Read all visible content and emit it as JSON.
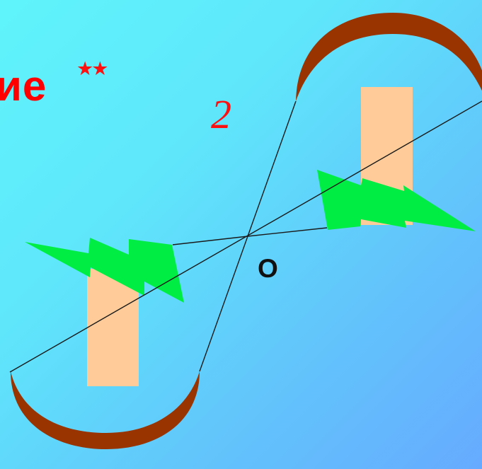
{
  "title": "ие",
  "stars": "★★",
  "number": "2",
  "center_label": "О",
  "colors": {
    "background": "#5ff4fb",
    "title": "#ff0000",
    "arc": "#993300",
    "rect": "#ffcc99",
    "bolt": "#00ee44",
    "line": "#1a1a1a"
  }
}
